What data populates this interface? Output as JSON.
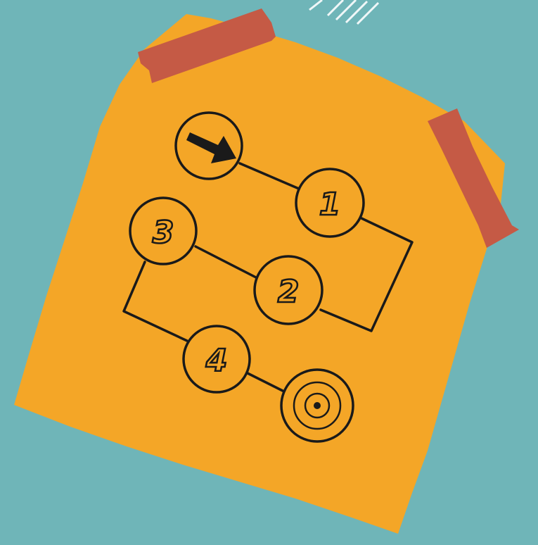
{
  "diagram": {
    "colors": {
      "background": "#6fb5b8",
      "paper": "#f4a627",
      "tape": "#c55a45",
      "ink": "#1a1a1a"
    },
    "nodes": [
      {
        "id": "start",
        "icon": "arrow-right-icon"
      },
      {
        "id": "step-1",
        "label": "1"
      },
      {
        "id": "step-2",
        "label": "2"
      },
      {
        "id": "step-3",
        "label": "3"
      },
      {
        "id": "step-4",
        "label": "4"
      },
      {
        "id": "finish",
        "icon": "target-icon"
      }
    ],
    "path_order": [
      "start",
      "step-1",
      "step-2",
      "step-3",
      "step-4",
      "finish"
    ]
  }
}
